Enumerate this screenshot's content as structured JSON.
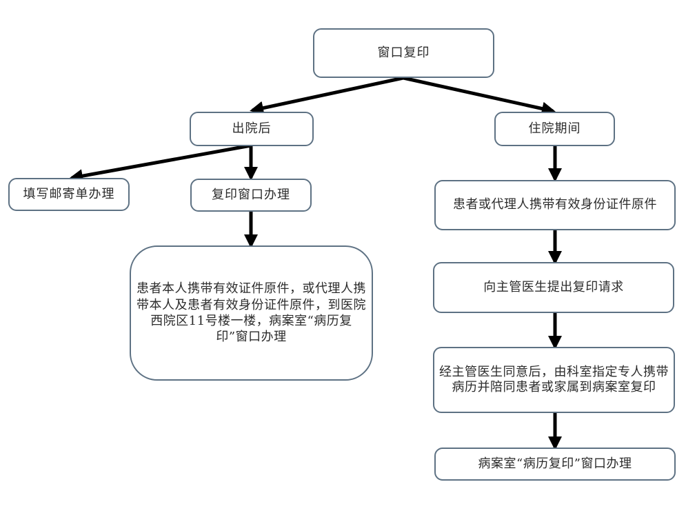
{
  "diagram": {
    "type": "flowchart",
    "nodes": {
      "root": "窗口复印",
      "after_discharge": "出院后",
      "during_hospitalization": "住院期间",
      "mail_form": "填写邮寄单办理",
      "copy_window": "复印窗口办理",
      "after_discharge_detail": "患者本人携带有效证件原件，或代理人携带本人及患者有效身份证件原件，到医院西院区11号楼一楼，病案室“病历复印”窗口办理",
      "bring_id": "患者或代理人携带有效身份证件原件",
      "request_doctor": "向主管医生提出复印请求",
      "doctor_approval": "经主管医生同意后，由科室指定专人携带病历并陪同患者或家属到病案室复印",
      "record_room_window": "病案室“病历复印”窗口办理"
    },
    "edges": [
      {
        "from": "root",
        "to": "after_discharge"
      },
      {
        "from": "root",
        "to": "during_hospitalization"
      },
      {
        "from": "after_discharge",
        "to": "mail_form"
      },
      {
        "from": "after_discharge",
        "to": "copy_window"
      },
      {
        "from": "copy_window",
        "to": "after_discharge_detail"
      },
      {
        "from": "during_hospitalization",
        "to": "bring_id"
      },
      {
        "from": "bring_id",
        "to": "request_doctor"
      },
      {
        "from": "request_doctor",
        "to": "doctor_approval"
      },
      {
        "from": "doctor_approval",
        "to": "record_room_window"
      }
    ],
    "colors": {
      "box_border": "#5d7183",
      "arrow": "#000000",
      "text": "#2b2b2b",
      "background": "#ffffff"
    }
  }
}
